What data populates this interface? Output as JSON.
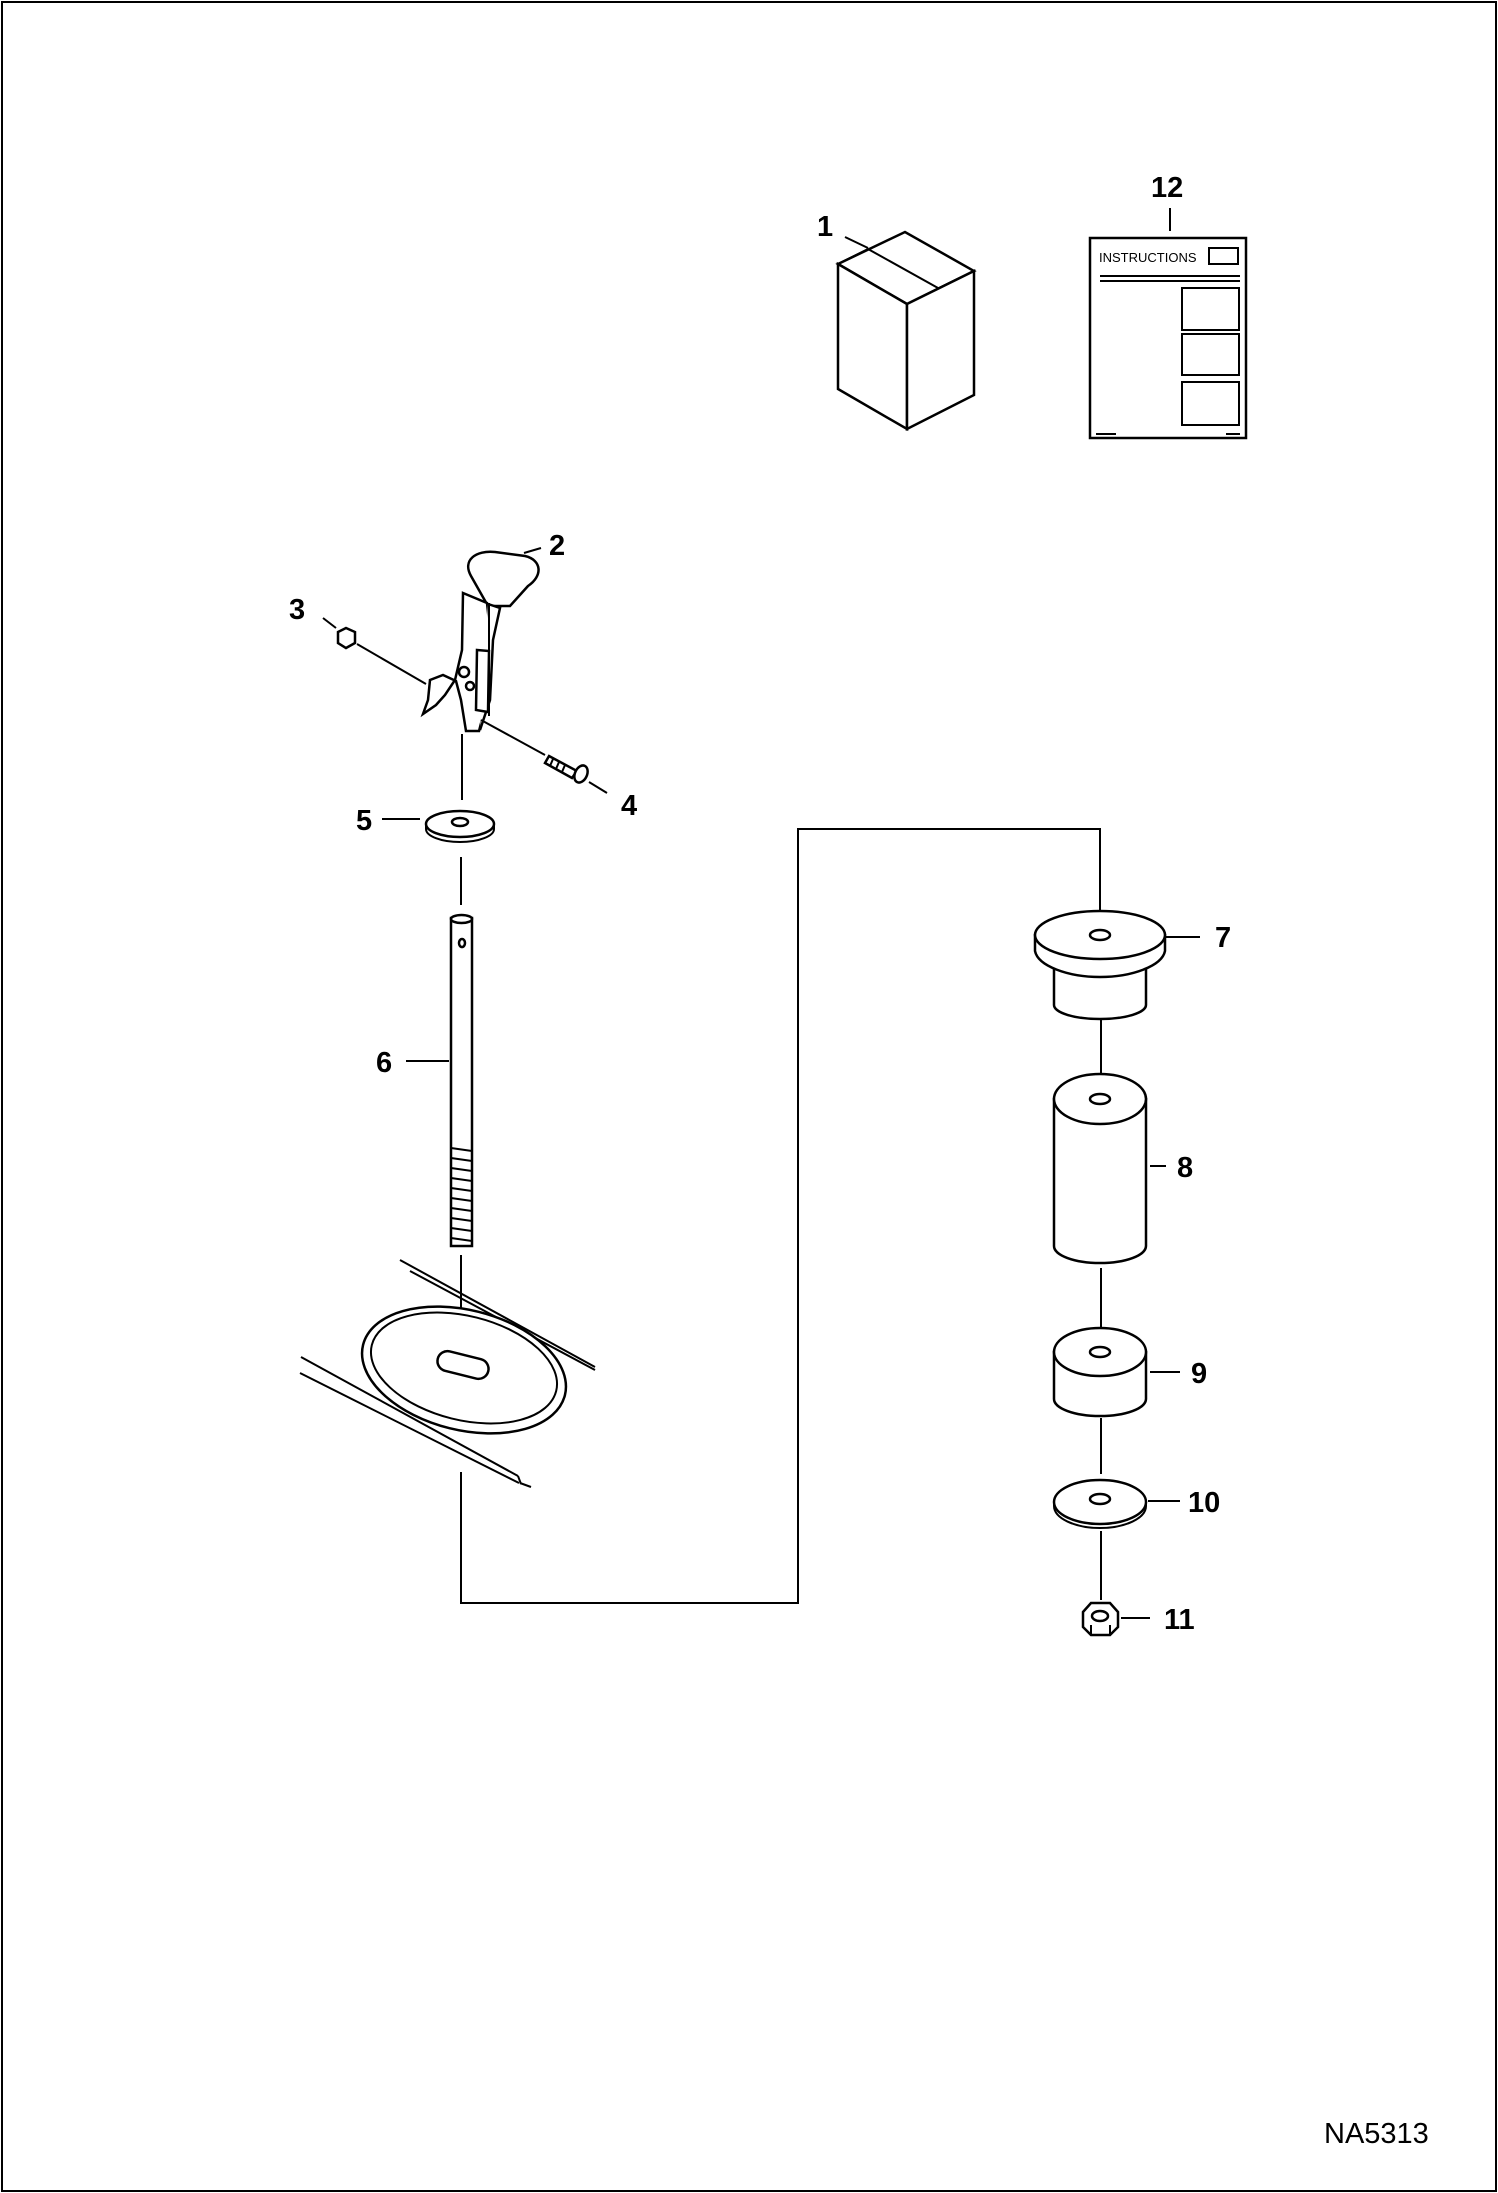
{
  "diagram": {
    "drawing_code": "NA5313",
    "instruction_sheet_text": "INSTRUCTIONS",
    "callouts": [
      {
        "id": "1",
        "part": "package-box"
      },
      {
        "id": "2",
        "part": "latch-assembly"
      },
      {
        "id": "3",
        "part": "nut"
      },
      {
        "id": "4",
        "part": "bolt"
      },
      {
        "id": "5",
        "part": "washer"
      },
      {
        "id": "6",
        "part": "threaded-rod"
      },
      {
        "id": "7",
        "part": "flanged-bushing"
      },
      {
        "id": "8",
        "part": "spacer-tube"
      },
      {
        "id": "9",
        "part": "short-bushing"
      },
      {
        "id": "10",
        "part": "flat-washer"
      },
      {
        "id": "11",
        "part": "hex-nut"
      },
      {
        "id": "12",
        "part": "instruction-sheet"
      }
    ]
  }
}
